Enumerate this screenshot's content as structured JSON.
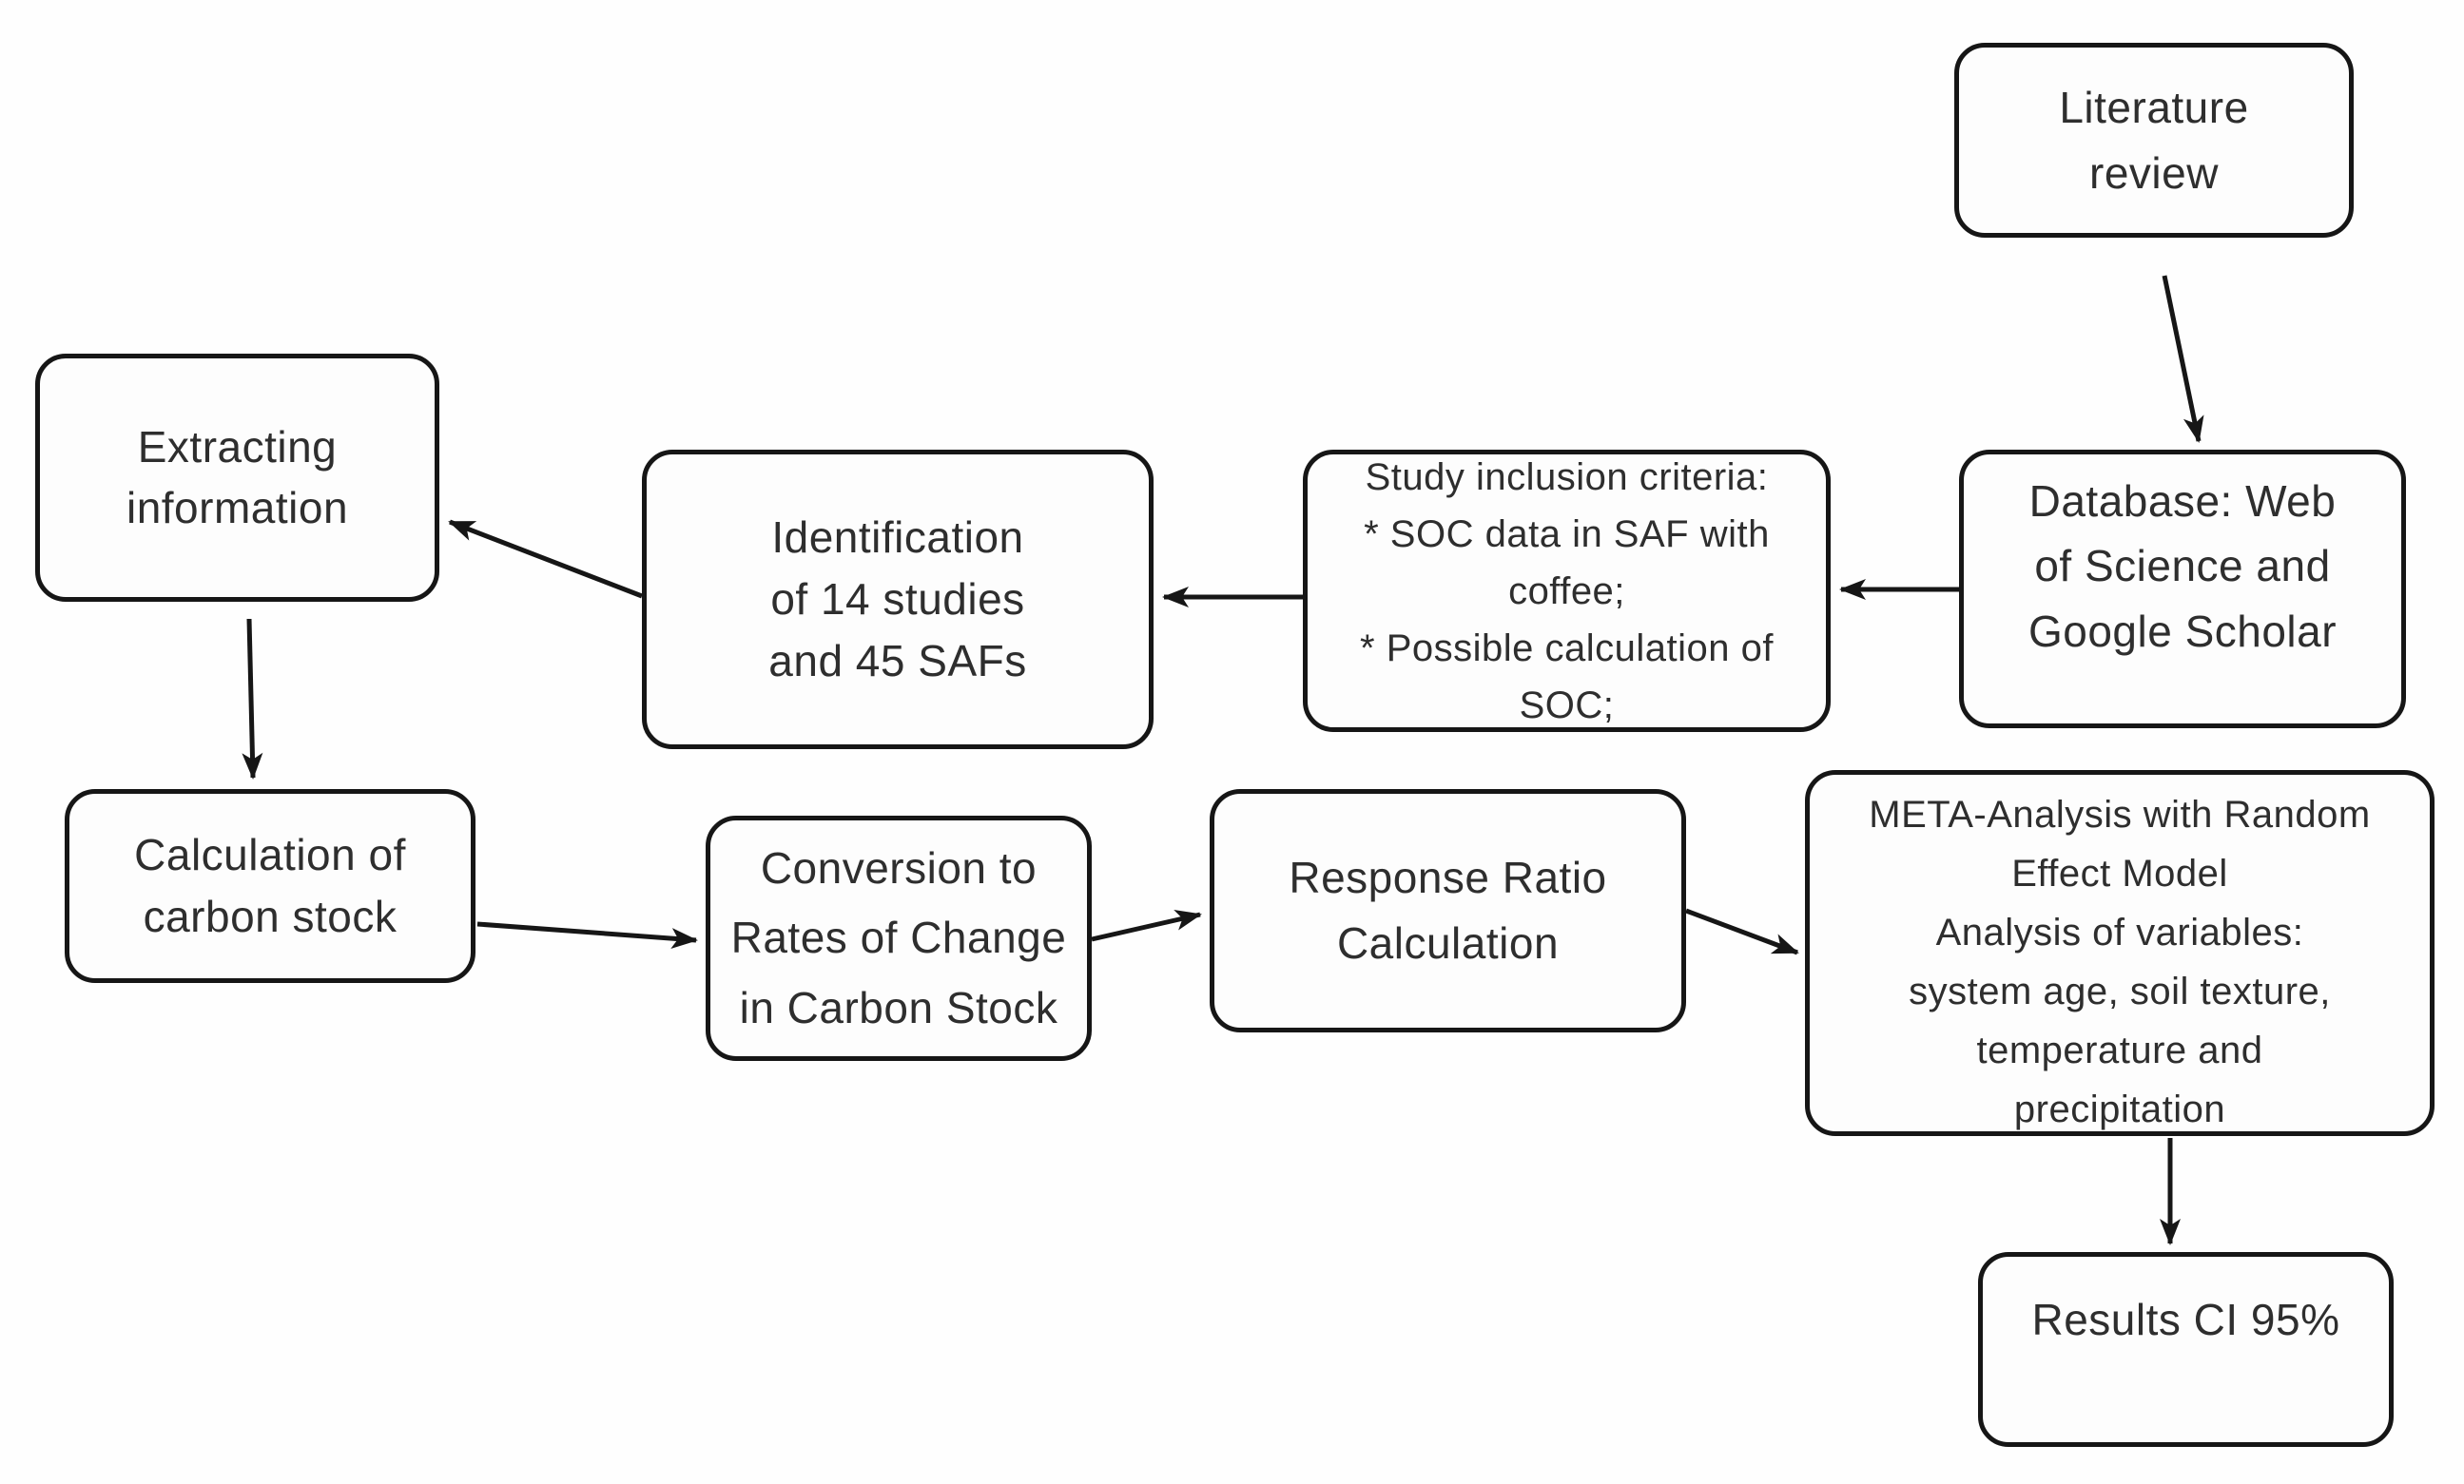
{
  "diagram": {
    "title": "Meta-analysis methodology flowchart",
    "colors": {
      "background": "#fefefe",
      "box_fill": "#fdfdfd",
      "box_border": "#161616",
      "text": "#2e2e2e",
      "arrow": "#161616"
    },
    "nodes": {
      "literature": "Literature\nreview",
      "database": "Database: Web\nof Science and\nGoogle Scholar",
      "criteria": "Study inclusion criteria:\n* SOC data in SAF with\ncoffee;\n* Possible calculation of\nSOC;",
      "identification": "Identification\nof 14 studies\nand 45 SAFs",
      "extracting": "Extracting\ninformation",
      "calculation": "Calculation of\ncarbon stock",
      "conversion": "Conversion to\nRates of Change\nin Carbon Stock",
      "response": "Response Ratio\nCalculation",
      "meta": "META-Analysis with Random\nEffect Model\nAnalysis of variables:\nsystem age, soil texture,\ntemperature and\nprecipitation",
      "results": "Results CI 95%"
    },
    "edges": [
      {
        "from": "literature",
        "to": "database"
      },
      {
        "from": "database",
        "to": "criteria"
      },
      {
        "from": "criteria",
        "to": "identification"
      },
      {
        "from": "identification",
        "to": "extracting"
      },
      {
        "from": "extracting",
        "to": "calculation"
      },
      {
        "from": "calculation",
        "to": "conversion"
      },
      {
        "from": "conversion",
        "to": "response"
      },
      {
        "from": "response",
        "to": "meta"
      },
      {
        "from": "meta",
        "to": "results"
      }
    ]
  }
}
